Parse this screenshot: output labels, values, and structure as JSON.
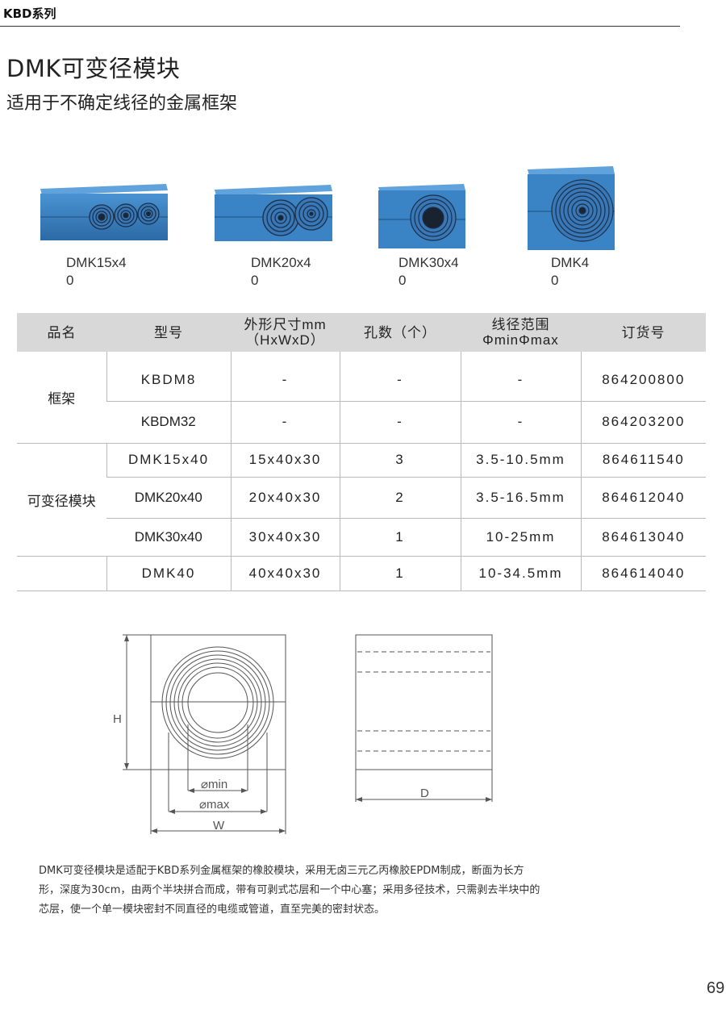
{
  "header": {
    "series": "KBD系列"
  },
  "title": "DMK可变径模块",
  "subtitle": "适用于不确定线径的金属框架",
  "products": [
    {
      "caption_line1": "DMK15x4",
      "caption_line2": "0",
      "holes": 3
    },
    {
      "caption_line1": "DMK20x4",
      "caption_line2": "0",
      "holes": 2
    },
    {
      "caption_line1": "DMK30x4",
      "caption_line2": "0",
      "holes": 1
    },
    {
      "caption_line1": "DMK4",
      "caption_line2": "0",
      "holes": 1
    }
  ],
  "table": {
    "headers": {
      "name": "品名",
      "model": "型号",
      "dims_line1": "外形尺寸mm",
      "dims_line2": "（HxWxD）",
      "holes": "孔数（个）",
      "range_line1": "线径范围",
      "range_line2": "ΦminΦmax",
      "order": "订货号"
    },
    "groups": {
      "frame": "框架",
      "module": "可变径模块"
    },
    "rows": [
      {
        "model": "KBDM8",
        "dims": "-",
        "holes": "-",
        "range": "-",
        "order": "864200800"
      },
      {
        "model": "KBDM32",
        "dims": "-",
        "holes": "-",
        "range": "-",
        "order": "864203200"
      },
      {
        "model": "DMK15x40",
        "dims": "15x40x30",
        "holes": "3",
        "range": "3.5-10.5mm",
        "order": "864611540"
      },
      {
        "model": "DMK20x40",
        "dims": "20x40x30",
        "holes": "2",
        "range": "3.5-16.5mm",
        "order": "864612040"
      },
      {
        "model": "DMK30x40",
        "dims": "30x40x30",
        "holes": "1",
        "range": "10-25mm",
        "order": "864613040"
      },
      {
        "model": "DMK40",
        "dims": "40x40x30",
        "holes": "1",
        "range": "10-34.5mm",
        "order": "864614040"
      }
    ]
  },
  "drawing": {
    "label_h": "H",
    "label_min": "⌀min",
    "label_max": "⌀max",
    "label_w": "W",
    "label_d": "D"
  },
  "description": {
    "line1": "DMK可变径模块是适配于KBD系列金属框架的橡胶模块，采用无卤三元乙丙橡胶EPDM制成，断面为长方",
    "line2": "形，深度为30cm，由两个半块拼合而成，带有可剥式芯层和一个中心塞；采用多径技术，只需剥去半块中的",
    "line3": "芯层，使一个单一模块密封不同直径的电缆或管道，直至完美的密封状态。"
  },
  "page_number": "69",
  "colors": {
    "module_blue": "#3a83c4",
    "module_blue_dark": "#2b6aa6",
    "header_gray": "#d8d8d9"
  }
}
